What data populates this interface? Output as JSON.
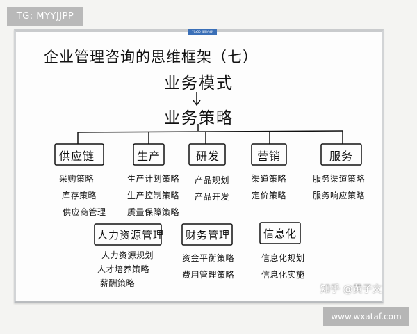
{
  "watermarks": {
    "tg": "TG: MYYJJPP",
    "zhihu": "知乎 @黄子文",
    "site": "www.wxataf.com"
  },
  "board": {
    "sticker": "70x50 双面白板",
    "title": "企业管理咨询的思维框架（七）",
    "business_model": "业务模式",
    "business_strategy": "业务策略",
    "categories": [
      {
        "label": "供应链",
        "items": [
          "采购策略",
          "库存策略",
          "供应商管理"
        ]
      },
      {
        "label": "生产",
        "items": [
          "生产计划策略",
          "生产控制策略",
          "质量保障策略"
        ]
      },
      {
        "label": "研发",
        "items": [
          "产品规划",
          "产品开发"
        ]
      },
      {
        "label": "营销",
        "items": [
          "渠道策略",
          "定价策略"
        ]
      },
      {
        "label": "服务",
        "items": [
          "服务渠道策略",
          "服务响应策略"
        ]
      }
    ],
    "categories_row2": [
      {
        "label": "人力资源管理",
        "items": [
          "人力资源规划",
          "人才培养策略",
          "薪酬策略"
        ]
      },
      {
        "label": "财务管理",
        "items": [
          "资金平衡策略",
          "费用管理策略"
        ]
      },
      {
        "label": "信息化",
        "items": [
          "信息化规划",
          "信息化实施"
        ]
      }
    ]
  }
}
